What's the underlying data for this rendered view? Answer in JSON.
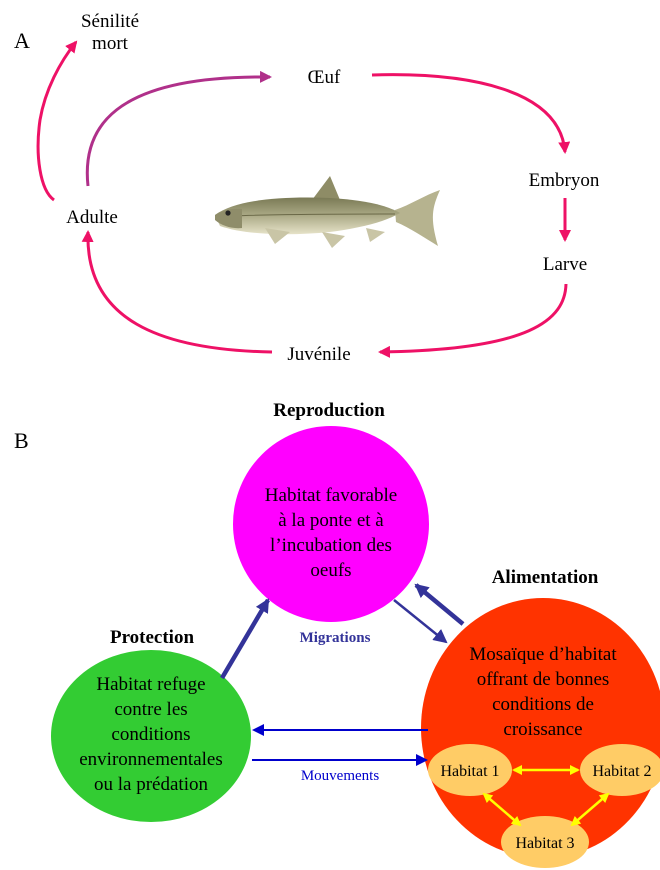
{
  "panel_a": {
    "letter": "A",
    "stages": {
      "senility_line1": "Sénilité",
      "senility_line2": "mort",
      "egg": "Œuf",
      "embryo": "Embryon",
      "larva": "Larve",
      "juvenile": "Juvénile",
      "adult": "Adulte"
    },
    "fish_illustration": "fish",
    "colors": {
      "cycle_arrow": "#ee1166",
      "egg_arrow": "#b0308a"
    }
  },
  "panel_b": {
    "letter": "B",
    "reproduction": {
      "title": "Reproduction",
      "lines": [
        "Habitat favorable",
        "à la ponte et à",
        "l’incubation des",
        "oeufs"
      ],
      "color": "#ff00ff"
    },
    "protection": {
      "title": "Protection",
      "lines": [
        "Habitat refuge",
        "contre les",
        "conditions",
        "environnementales",
        "ou la prédation"
      ],
      "color": "#33cc33"
    },
    "alimentation": {
      "title": "Alimentation",
      "lines": [
        "Mosaïque d’habitat",
        "offrant de bonnes",
        "conditions de",
        "croissance"
      ],
      "color": "#ff3300",
      "habitats": [
        "Habitat 1",
        "Habitat 2",
        "Habitat 3"
      ],
      "habitat_color": "#ffcc66",
      "habitat_arrow_color": "#ffff00"
    },
    "migrations_label": "Migrations",
    "movements_label": "Mouvements",
    "colors": {
      "migration_arrow": "#333399",
      "movement_arrow": "#0000cc"
    }
  }
}
